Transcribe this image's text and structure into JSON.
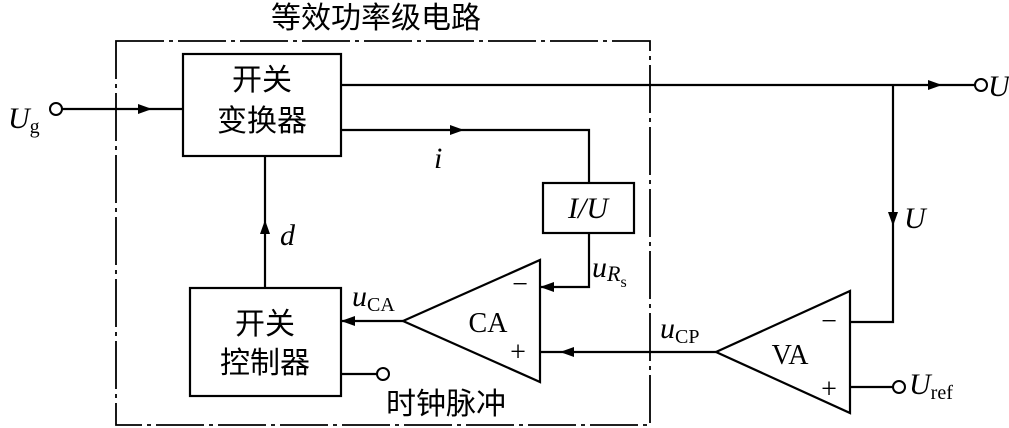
{
  "title": "等效功率级电路",
  "blocks": {
    "switch_converter": [
      "开关",
      "变换器"
    ],
    "switch_controller": [
      "开关",
      "控制器"
    ],
    "iu": "I/U",
    "current_amp": "CA",
    "voltage_amp": "VA"
  },
  "signals": {
    "input_voltage": "U",
    "input_voltage_sub": "g",
    "output_voltage": "U",
    "feedback_voltage": "U",
    "current": "i",
    "duty": "d",
    "urs_main": "u",
    "urs_r": "R",
    "urs_sub": "s",
    "uca_main": "u",
    "uca_sub": "CA",
    "ucp_main": "u",
    "ucp_sub": "CP",
    "uref_main": "U",
    "uref_sub": "ref",
    "clock": "时钟脉冲"
  },
  "amp_inputs": {
    "minus": "−",
    "plus": "+"
  }
}
